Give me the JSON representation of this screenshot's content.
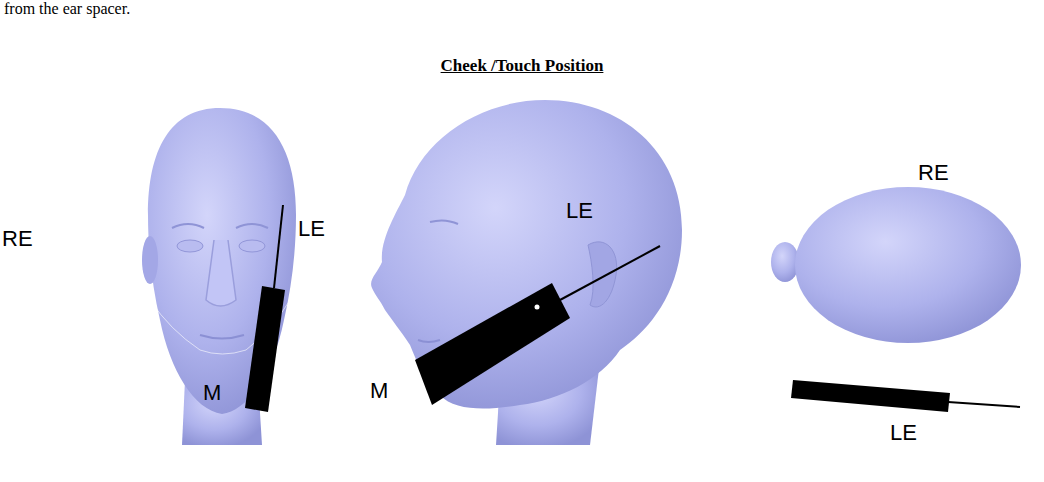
{
  "diagram": {
    "title": "Cheek /Touch Position",
    "labels": [
      "from the ear spacer.",
      "RE",
      "LE",
      "M",
      "LE",
      "M",
      "RE",
      "LE"
    ]
  }
}
